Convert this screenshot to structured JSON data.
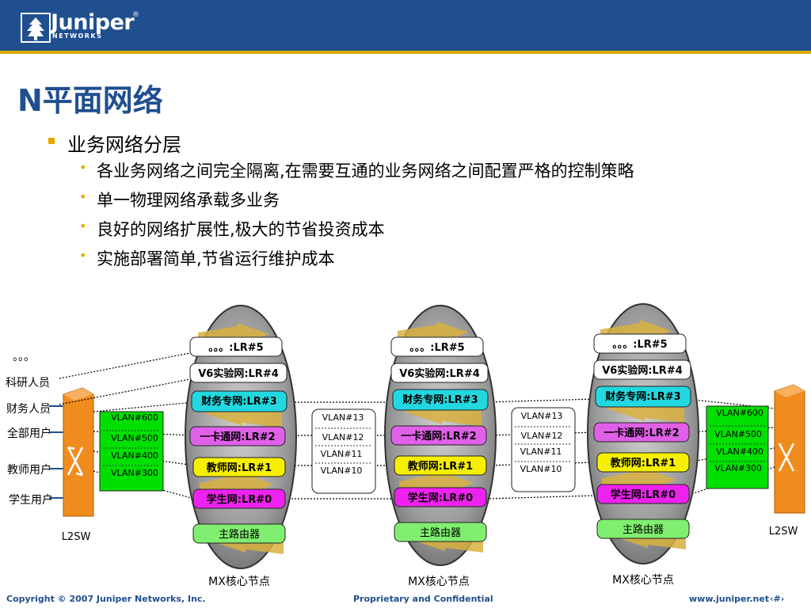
{
  "header": {
    "logo_text": "Juniper",
    "logo_sub": "NETWORKS",
    "logo_reg": "®"
  },
  "title": "N平面网络",
  "bullet_main": "业务网络分层",
  "bullets": [
    "各业务网络之间完全隔离,在需要互通的业务网络之间配置严格的控制策略",
    "单一物理网络承载多业务",
    "良好的网络扩展性,极大的节省投资成本",
    "实施部署简单,节省运行维护成本"
  ],
  "diagram": {
    "users": [
      "。。。",
      "科研人员",
      "财务人员",
      "全部用户",
      "教师用户",
      "学生用户"
    ],
    "switch_label": "L2SW",
    "left_vlans": [
      "VLAN#600",
      "VLAN#500",
      "VLAN#400",
      "VLAN#300"
    ],
    "mid_vlans": [
      "VLAN#13",
      "VLAN#12",
      "VLAN#11",
      "VLAN#10"
    ],
    "right_vlans": [
      "VLAN#600",
      "VLAN#500",
      "VLAN#400",
      "VLAN#300"
    ],
    "lr_labels": [
      "。。。:LR#5",
      "V6实验网:LR#4",
      "财务专网:LR#3",
      "一卡通网:LR#2",
      "教师网:LR#1",
      "学生网:LR#0"
    ],
    "main_router": "主路由器",
    "node_label": "MX核心节点"
  },
  "colors": {
    "header": "#1f4f8f",
    "accent": "#d9a800",
    "lr5": "#ffffff",
    "lr4": "#ffffff",
    "lr3": "#22d8e0",
    "lr2": "#e060e8",
    "lr1": "#f6f000",
    "lr0": "#ee22ee",
    "router": "#80ee70",
    "vlan_green": "#00e000",
    "switch": "#f08c1e"
  },
  "footer": {
    "copyright": "Copyright © 2007 Juniper Networks, Inc.",
    "confidential": "Proprietary and Confidential",
    "url": "www.juniper.net",
    "page": "‹#›"
  }
}
